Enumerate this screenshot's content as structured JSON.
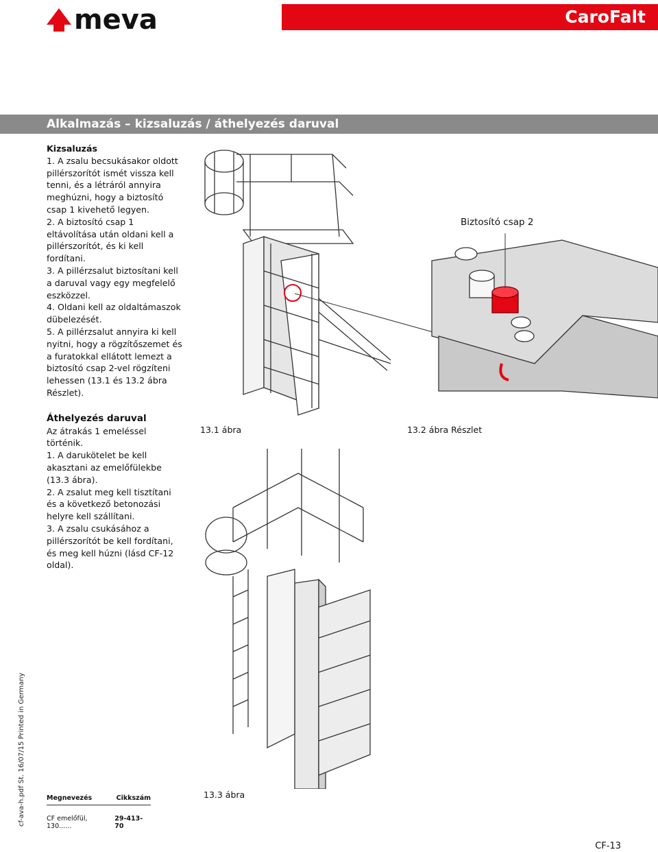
{
  "header": {
    "logo_text": "meva",
    "product": "CaroFalt",
    "brand_color": "#e30613"
  },
  "section": {
    "title": "Alkalmazás – kizsaluzás / áthelyezés daruval"
  },
  "kizsaluzas": {
    "heading": "Kizsaluzás",
    "steps": [
      "1. A zsalu becsukásakor oldott pillérszorítót ismét vissza kell tenni, és a létráról annyira meghúzni, hogy a biztosító csap 1 kivehető legyen.",
      "2. A biztosító csap 1 eltávolítása után oldani kell a pillérszorítót, és ki kell fordítani.",
      "3. A pillérzsalut biztosítani kell a daruval vagy egy megfelelő eszközzel.",
      "4. Oldani kell az oldaltámaszok dübelezését.",
      "5. A pillérzsalut annyira ki kell nyitni, hogy a rögzítőszemet és a furatokkal ellátott lemezt a biztosító csap 2-vel rögzíteni lehessen (13.1 és 13.2 ábra Részlet)."
    ]
  },
  "athelyezes": {
    "heading": "Áthelyezés daruval",
    "intro": "Az átrakás 1 emeléssel történik.",
    "steps": [
      "1. A darukötelet be kell akasztani az emelőfülekbe (13.3 ábra).",
      "2. A zsalut meg kell tisztítani és a következő betonozási helyre kell szállítani.",
      "3. A zsalu csukásához a pillérszorítót be kell fordítani, és meg kell húzni (lásd CF-12 oldal)."
    ]
  },
  "figures": {
    "fig1_caption": "13.1 ábra",
    "fig2_caption": "13.2 ábra Részlet",
    "fig3_caption": "13.3 ábra",
    "callout": "Biztosító csap 2",
    "pin_color": "#e30613"
  },
  "footer": {
    "side_note": "cf-ava-h.pdf St. 16/07/15 Printed in Germany",
    "table_headers": [
      "Megnevezés",
      "Cikkszám"
    ],
    "table_item": "CF emelőfül, 130......",
    "table_code": "29-413-70",
    "page_number": "CF-13"
  }
}
